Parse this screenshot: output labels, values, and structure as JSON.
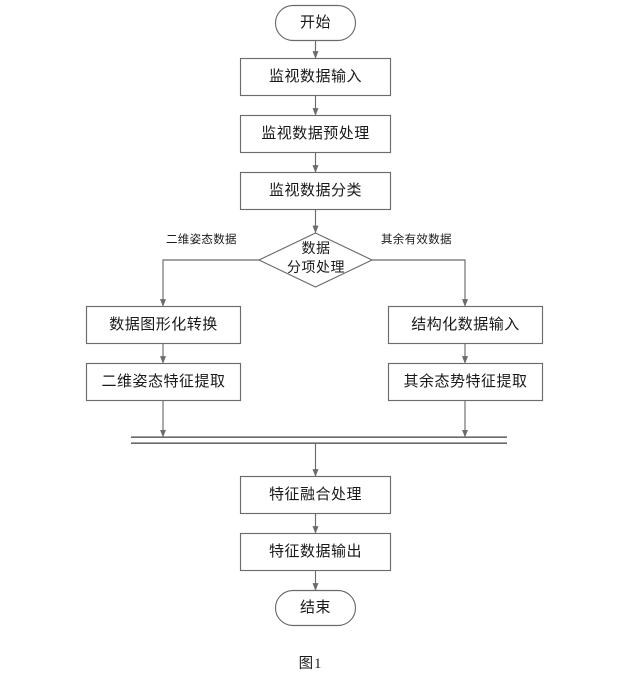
{
  "figure": {
    "caption": "图1",
    "stroke_color": "#6b6b6b",
    "text_color": "#1a1a1a",
    "background_color": "#ffffff"
  },
  "nodes": {
    "start": {
      "label": "开始",
      "shape": "terminator"
    },
    "monitor_input": {
      "label": "监视数据输入",
      "shape": "process"
    },
    "monitor_preprocess": {
      "label": "监视数据预处理",
      "shape": "process"
    },
    "monitor_classify": {
      "label": "监视数据分类",
      "shape": "process"
    },
    "decision": {
      "label_line1": "数据",
      "label_line2": "分项处理",
      "shape": "decision"
    },
    "graph_convert": {
      "label": "数据图形化转换",
      "shape": "process"
    },
    "pose_feature": {
      "label": "二维姿态特征提取",
      "shape": "process"
    },
    "structured_input": {
      "label": "结构化数据输入",
      "shape": "process"
    },
    "other_feature": {
      "label": "其余态势特征提取",
      "shape": "process"
    },
    "merge_bar": {
      "label": "",
      "shape": "synchronization-bar"
    },
    "feature_fusion": {
      "label": "特征融合处理",
      "shape": "process"
    },
    "feature_output": {
      "label": "特征数据输出",
      "shape": "process"
    },
    "end": {
      "label": "结束",
      "shape": "terminator"
    }
  },
  "edge_labels": {
    "left_branch": "二维姿态数据",
    "right_branch": "其余有效数据"
  }
}
